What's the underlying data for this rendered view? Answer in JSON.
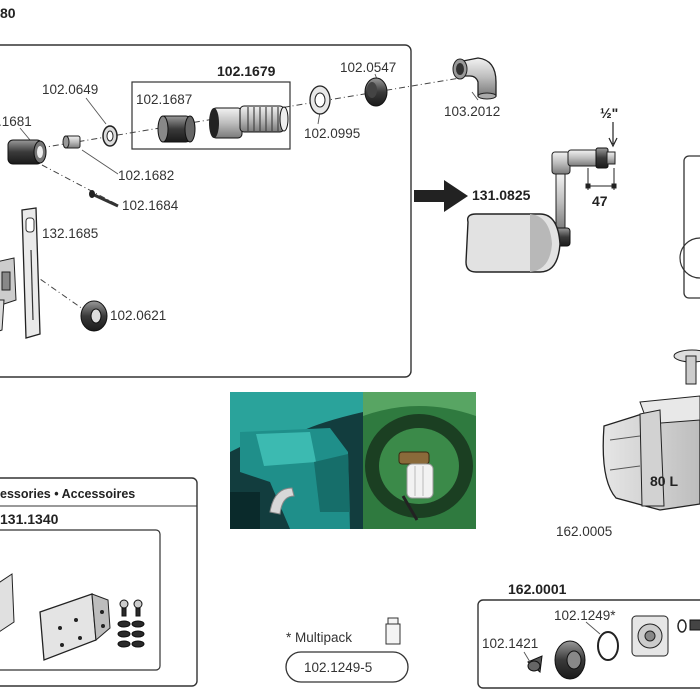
{
  "title_fragment": "80",
  "kit": {
    "number": "102.1679",
    "parts": {
      "p0649": "102.0649",
      "p1681": ".1681",
      "p1687": "102.1687",
      "p0547": "102.0547",
      "p0995": "102.0995",
      "p2012": "103.2012",
      "p1682": "102.1682",
      "p1684": "102.1684",
      "p1685": "132.1685",
      "p0621": "102.0621"
    }
  },
  "float_valve": {
    "number": "131.0825",
    "thread_size": "½\"",
    "dimension": "47"
  },
  "accessories": {
    "heading": "essories • Accessoires",
    "number": "131.1340"
  },
  "trough": {
    "volume": "80 L",
    "number": "162.0005"
  },
  "multipack": {
    "label": "* Multipack",
    "number": "102.1249-5"
  },
  "drain": {
    "number": "162.0001",
    "p1249": "102.1249*",
    "p1421": "102.1421"
  },
  "colors": {
    "outline": "#2a2a2a",
    "part_fill": "#cfcfcf",
    "part_dark": "#3a3a3a",
    "photo_teal": "#1f8f8a",
    "photo_green": "#2f7a3f"
  }
}
